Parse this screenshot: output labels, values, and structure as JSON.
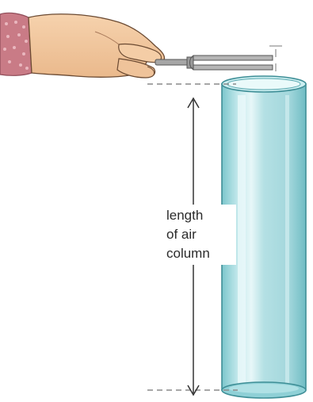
{
  "label": {
    "lines": [
      "length",
      "of air",
      "column"
    ]
  },
  "colors": {
    "glass_fill": "#a9dce0",
    "glass_edge": "#3f8f97",
    "skin": "#f3c9a0",
    "sleeve": "#c97b86",
    "fork_metal": "#9a9a9a",
    "guide_line": "#8a8a8a",
    "arrow": "#333333"
  },
  "icons": {
    "hand": "hand-holding-icon",
    "tuning_fork": "tuning-fork-icon",
    "cylinder": "glass-cylinder-icon",
    "arrow": "double-headed-arrow-icon"
  }
}
